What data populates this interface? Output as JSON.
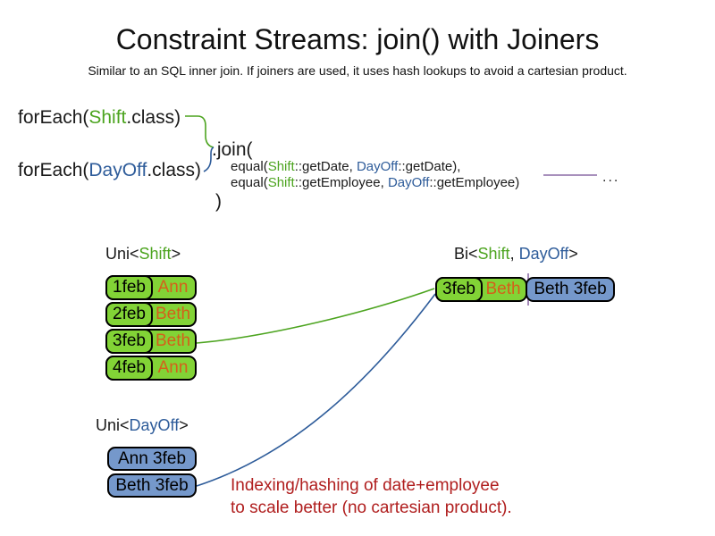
{
  "title": "Constraint Streams: join() with Joiners",
  "subtitle": "Similar to an SQL inner join. If joiners are used, it uses hash lookups to avoid a cartesian product.",
  "colors": {
    "shift_green": "#4CA41F",
    "dayoff_blue": "#2E5C9A",
    "cell_green": "#82D336",
    "cell_blue": "#7598CB",
    "name_orange": "#D4601A",
    "note_red": "#B01E1E",
    "joiner_purple": "#8C6BA5"
  },
  "code": {
    "foreach_shift": {
      "pre": "forEach(",
      "cls": "Shift",
      "post": ".class)"
    },
    "foreach_dayoff": {
      "pre": "forEach(",
      "cls": "DayOff",
      "post": ".class)"
    },
    "join_open": ".join(",
    "equal1": {
      "s0": "equal(",
      "s1": "Shift",
      "s2": "::getDate, ",
      "s3": "DayOff",
      "s4": "::getDate),"
    },
    "equal2": {
      "s0": "equal(",
      "s1": "Shift",
      "s2": "::getEmployee, ",
      "s3": "DayOff",
      "s4": "::getEmployee)"
    },
    "join_close": ")",
    "ellipsis": "..."
  },
  "uni_shift": {
    "label": {
      "pre": "Uni<",
      "cls": "Shift",
      "post": ">"
    },
    "rows": [
      {
        "date": "1feb",
        "name": "Ann"
      },
      {
        "date": "2feb",
        "name": "Beth"
      },
      {
        "date": "3feb",
        "name": "Beth"
      },
      {
        "date": "4feb",
        "name": "Ann"
      }
    ]
  },
  "bi": {
    "label": {
      "pre": "Bi<",
      "cls1": "Shift",
      "sep": ", ",
      "cls2": "DayOff",
      "post": ">"
    },
    "row": {
      "date": "3feb",
      "name": "Beth",
      "dayoff": "Beth 3feb"
    }
  },
  "uni_dayoff": {
    "label": {
      "pre": "Uni<",
      "cls": "DayOff",
      "post": ">"
    },
    "rows": [
      {
        "text": "Ann 3feb"
      },
      {
        "text": "Beth 3feb"
      }
    ]
  },
  "note": {
    "line1": "Indexing/hashing of date+employee",
    "line2": "to scale better (no cartesian product)."
  }
}
